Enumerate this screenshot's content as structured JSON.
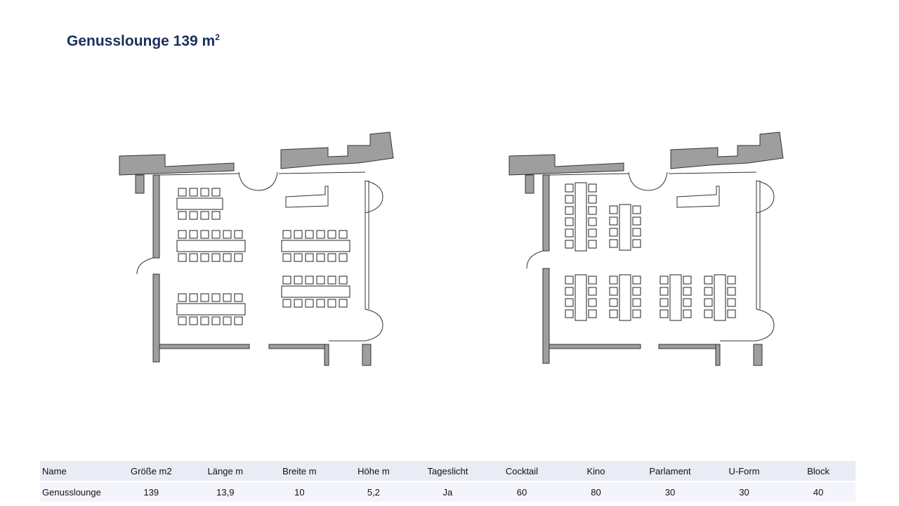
{
  "page": {
    "title": "Genusslounge 139 m",
    "title_sup": "2"
  },
  "colors": {
    "title": "#1a2e5c",
    "wall": "#9e9e9e",
    "header_bg": "#e9ebf5",
    "row_bg": "#f4f5fa"
  },
  "table": {
    "headers": [
      "Name",
      "Größe m2",
      "Länge m",
      "Breite m",
      "Höhe m",
      "Tageslicht",
      "Cocktail",
      "Kino",
      "Parlament",
      "U-Form",
      "Block"
    ],
    "rows": [
      [
        "Genusslounge",
        "139",
        "13,9",
        "10",
        "5,2",
        "Ja",
        "60",
        "80",
        "30",
        "30",
        "40"
      ]
    ]
  }
}
